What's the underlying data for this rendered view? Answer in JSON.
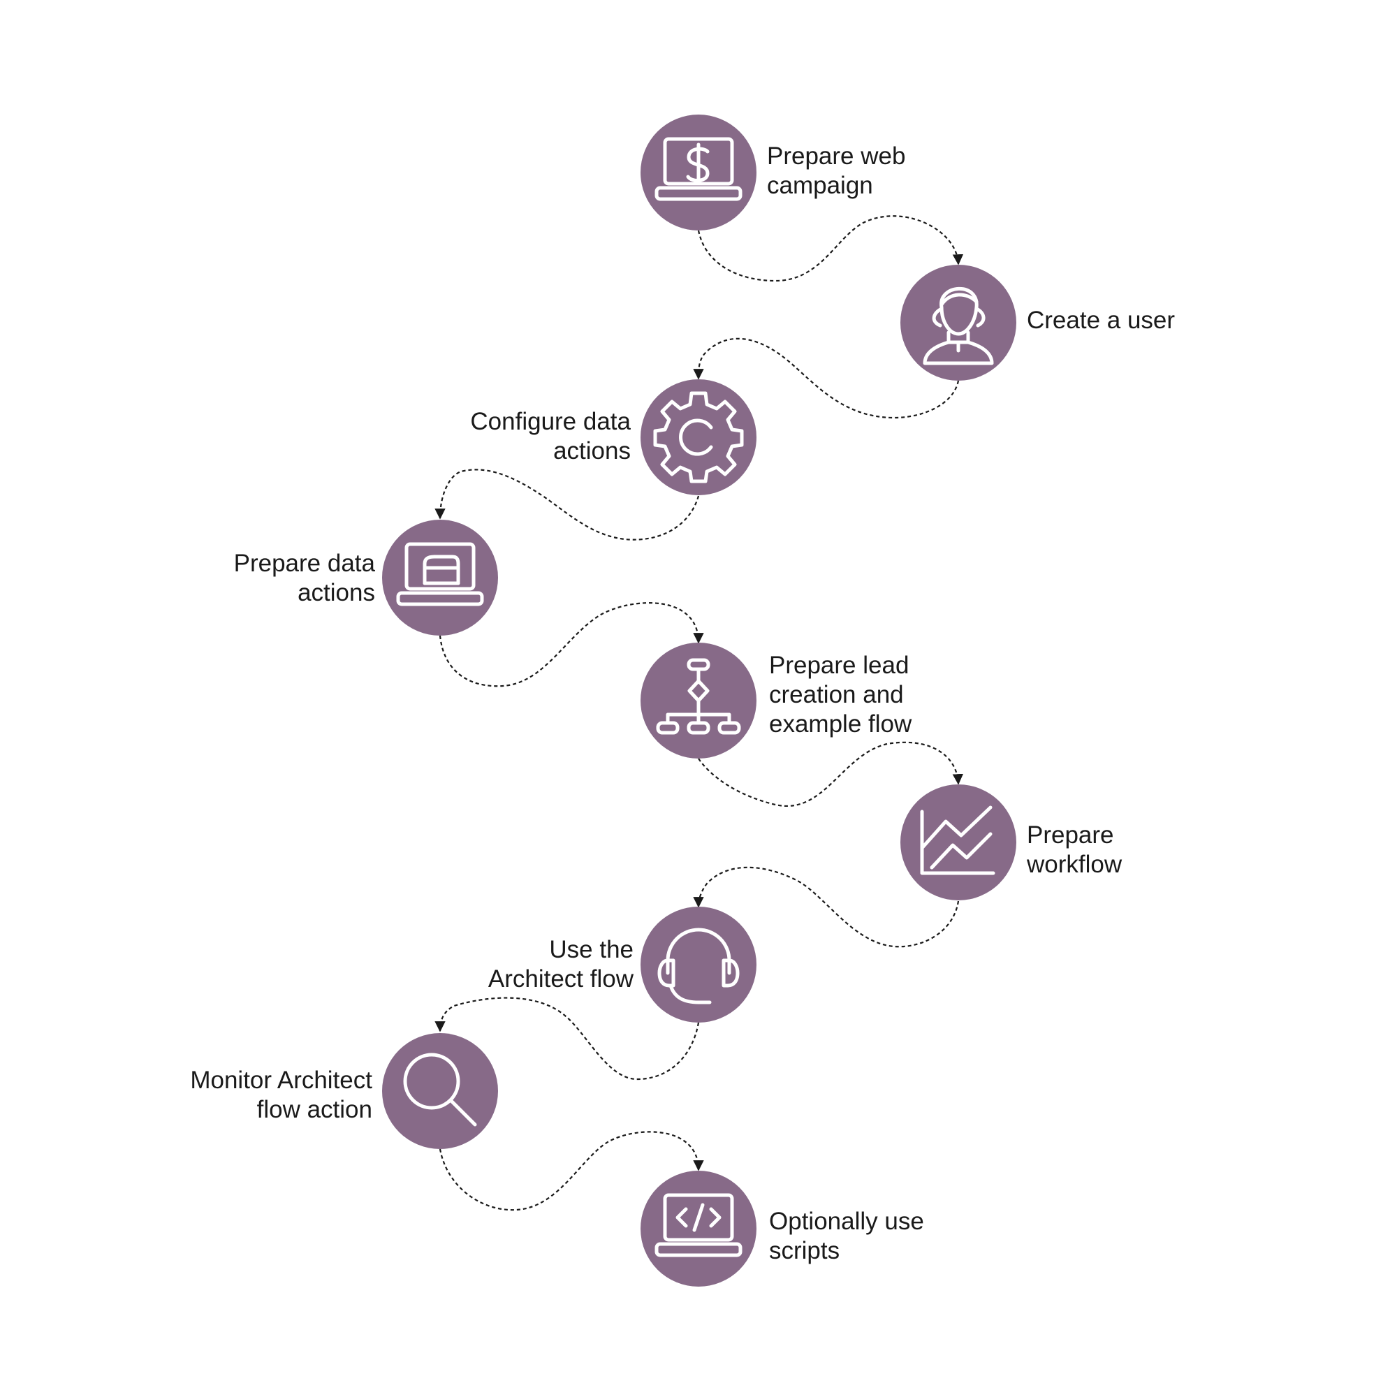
{
  "accent_color": "#876a88",
  "steps": [
    {
      "icon": "dollar-laptop-icon",
      "lines": [
        "Prepare web",
        "campaign"
      ]
    },
    {
      "icon": "user-icon",
      "lines": [
        "Create a user"
      ]
    },
    {
      "icon": "gear-icon",
      "lines": [
        "Configure data",
        "actions"
      ]
    },
    {
      "icon": "laptop-icon",
      "lines": [
        "Prepare data",
        "actions"
      ]
    },
    {
      "icon": "flowchart-icon",
      "lines": [
        "Prepare lead",
        "creation and",
        "example flow"
      ]
    },
    {
      "icon": "line-chart-icon",
      "lines": [
        "Prepare",
        "workflow"
      ]
    },
    {
      "icon": "headset-icon",
      "lines": [
        "Use the",
        "Architect flow"
      ]
    },
    {
      "icon": "search-icon",
      "lines": [
        "Monitor Architect",
        "flow action"
      ]
    },
    {
      "icon": "code-laptop-icon",
      "lines": [
        "Optionally use",
        "scripts"
      ]
    }
  ]
}
